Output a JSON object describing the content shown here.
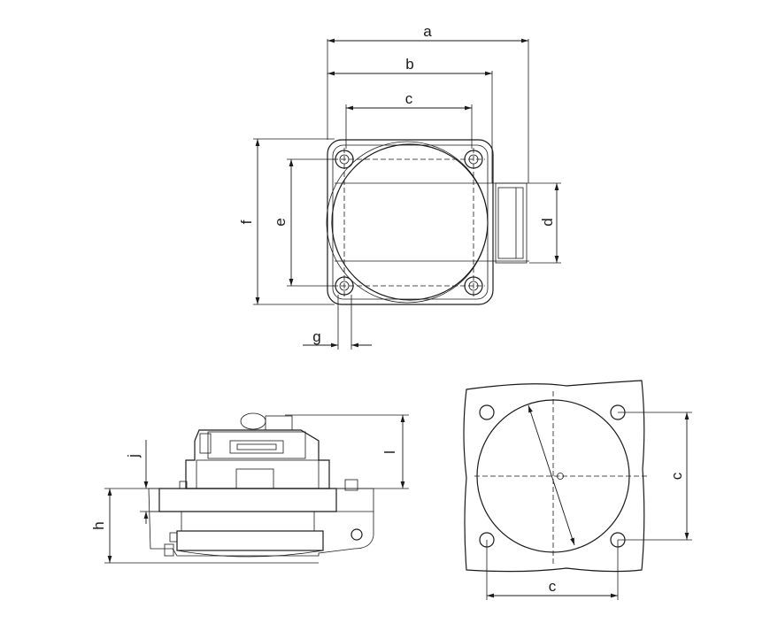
{
  "labels": {
    "a": "a",
    "b": "b",
    "c": "c",
    "d": "d",
    "e": "e",
    "f": "f",
    "g": "g",
    "h": "h",
    "j": "j",
    "l": "l",
    "c_bottom": "c"
  },
  "colors": {
    "line": "#1a1a1a",
    "fill": "#d9d9d9",
    "background": "#ffffff"
  }
}
